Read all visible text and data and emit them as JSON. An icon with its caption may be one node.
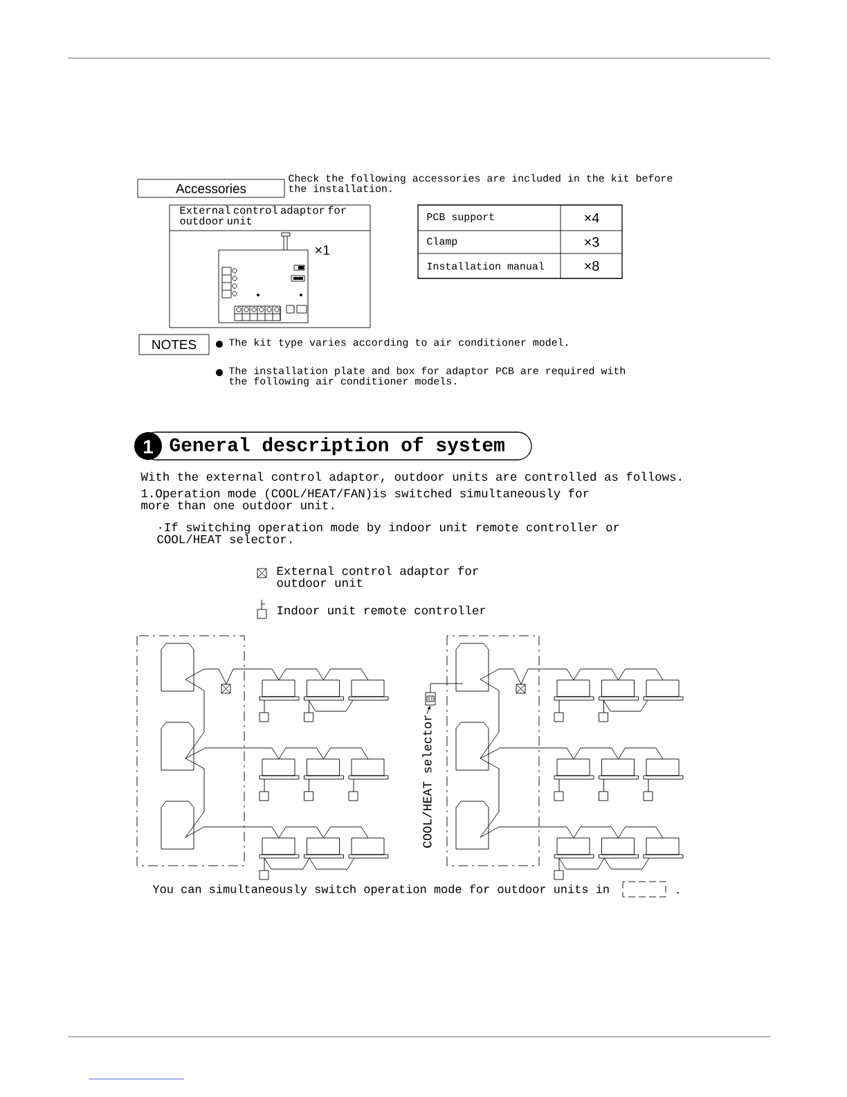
{
  "diagram": {
    "nodes": [
      {
        "text": [
          "Accessories"
        ]
      },
      {
        "text": [
          "External control adaptor for outdoor unit",
          "×1"
        ]
      },
      {
        "text": [
          "NOTES"
        ]
      },
      {
        "text": [
          "1",
          "General description of system"
        ]
      },
      {
        "text": [
          "COOL/HEAT selector"
        ]
      },
      {
        "text": [],
        "shape": "box"
      }
    ],
    "edges": [
      {
        "from": 4,
        "to": 5,
        "arrow": "to"
      }
    ],
    "labels": [
      "Check the following accessories are included in the kit before the installation.",
      "PCB support",
      "×4",
      "Clamp",
      "×3",
      "Installation manual",
      "×8",
      "The kit type varies according to air conditioner model.",
      "The installation plate and box for adaptor PCB are required with the following air conditioner models.",
      "With the external control adaptor, outdoor units are controlled as follows.",
      "1.Operation mode (COOL/HEAT/FAN)is switched simultaneously for more than one outdoor unit.",
      "·If switching operation mode by indoor unit remote controller or COOL/HEAT selector.",
      "You can simultaneously switch operation mode for outdoor units in",
      "."
    ],
    "legend": [
      {
        "text": "External control adaptor for outdoor unit"
      },
      {
        "text": "Indoor unit remote controller"
      }
    ]
  }
}
